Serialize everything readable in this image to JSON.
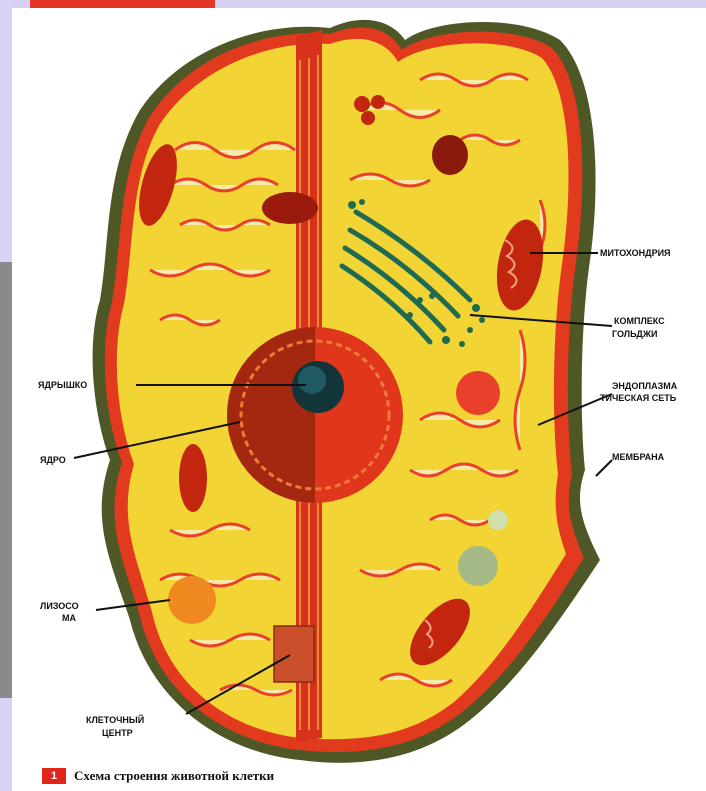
{
  "colors": {
    "cytoplasm": "#f2d535",
    "membrane": "#e23a1e",
    "outer_membrane": "#4e5826",
    "er": "#e8402a",
    "nucleus": "#a4280f",
    "nucleolus": "#1f5a63",
    "golgi": "#1e6a52",
    "mitochondria": "#c2260f",
    "lysosome": "#f08a20"
  },
  "labels": {
    "mitochondria": "МИТОХОНДРИЯ",
    "golgi_1": "КОМПЛЕКС",
    "golgi_2": "ГОЛЬДЖИ",
    "er_1": "ЭНДОПЛАЗМА",
    "er_2": "ТИЧЕСКАЯ СЕТЬ",
    "membrane": "МЕМБРАНА",
    "nucleolus": "ЯДРЫШКО",
    "nucleus": "ЯДРО",
    "lysosome_1": "ЛИЗОСО",
    "lysosome_2": "МА",
    "centrosome_1": "КЛЕТОЧНЫЙ",
    "centrosome_2": "ЦЕНТР"
  },
  "caption": {
    "number": "1",
    "text": "Схема строения животной клетки"
  }
}
